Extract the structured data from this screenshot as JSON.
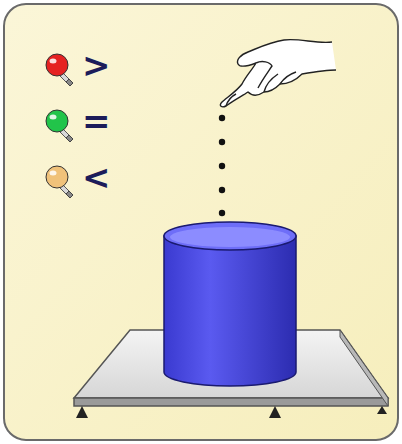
{
  "diagram": {
    "legend": [
      {
        "text": ">",
        "color": "#e52222"
      },
      {
        "text": "=",
        "color": "#22c44a"
      },
      {
        "text": "<",
        "color": "#f0c27a"
      }
    ]
  }
}
